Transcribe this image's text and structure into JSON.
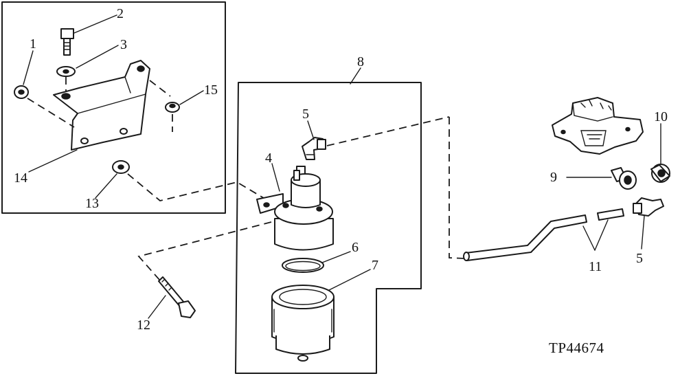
{
  "callouts": {
    "c1": "1",
    "c2": "2",
    "c3": "3",
    "c4": "4",
    "c5a": "5",
    "c5b": "5",
    "c6": "6",
    "c7": "7",
    "c8": "8",
    "c9": "9",
    "c10": "10",
    "c11": "11",
    "c12": "12",
    "c13": "13",
    "c14": "14",
    "c15": "15"
  },
  "figure_code": "TP44674"
}
